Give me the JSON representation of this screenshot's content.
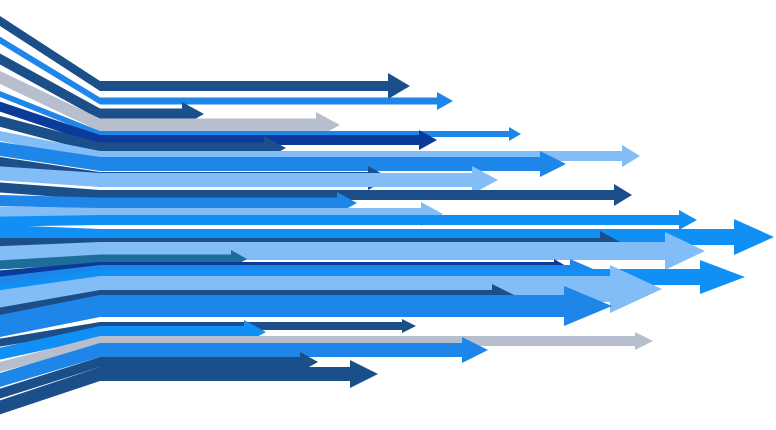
{
  "palette": {
    "navy": "#1b4f8a",
    "royal": "#0a3a9a",
    "bright": "#1090f5",
    "azure": "#1e86e8",
    "sky": "#82bdf8",
    "gray": "#b7bfce",
    "teal": "#1c6d9a",
    "background": "#ffffff"
  },
  "icons": [
    "arrow-icon"
  ],
  "arrows": [
    {
      "color": "navy"
    },
    {
      "color": "azure"
    },
    {
      "color": "navy"
    },
    {
      "color": "gray"
    },
    {
      "color": "azure"
    },
    {
      "color": "royal"
    },
    {
      "color": "navy"
    },
    {
      "color": "sky"
    },
    {
      "color": "azure"
    },
    {
      "color": "navy"
    },
    {
      "color": "sky"
    },
    {
      "color": "navy"
    },
    {
      "color": "azure"
    },
    {
      "color": "sky"
    },
    {
      "color": "bright"
    },
    {
      "color": "bright"
    },
    {
      "color": "navy"
    },
    {
      "color": "sky"
    },
    {
      "color": "teal"
    },
    {
      "color": "royal"
    },
    {
      "color": "azure"
    },
    {
      "color": "bright"
    },
    {
      "color": "sky"
    },
    {
      "color": "navy"
    },
    {
      "color": "azure"
    },
    {
      "color": "navy"
    },
    {
      "color": "bright"
    },
    {
      "color": "gray"
    },
    {
      "color": "azure"
    },
    {
      "color": "navy"
    },
    {
      "color": "navy"
    }
  ]
}
